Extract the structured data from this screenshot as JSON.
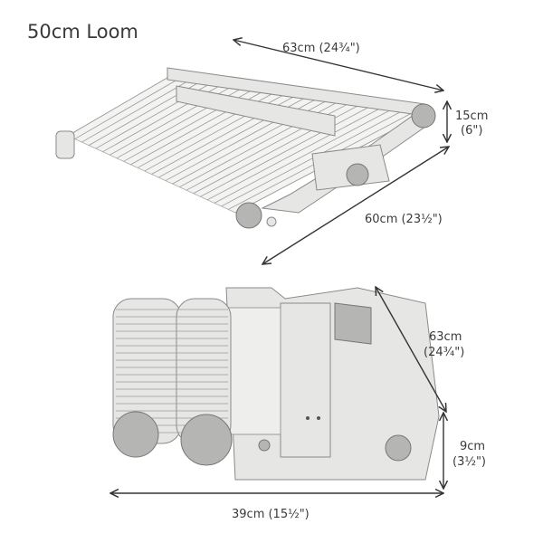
{
  "title": "50cm Loom",
  "top_view": {
    "width_label": "63cm (24¾\")",
    "height_label_cm": "15cm",
    "height_label_in": "(6\")",
    "depth_label": "60cm (23½\")"
  },
  "folded_view": {
    "depth_label_cm": "63cm",
    "depth_label_in": "(24¾\")",
    "height_label_cm": "9cm",
    "height_label_in": "(3½\")",
    "width_label": "39cm (15½\")"
  }
}
